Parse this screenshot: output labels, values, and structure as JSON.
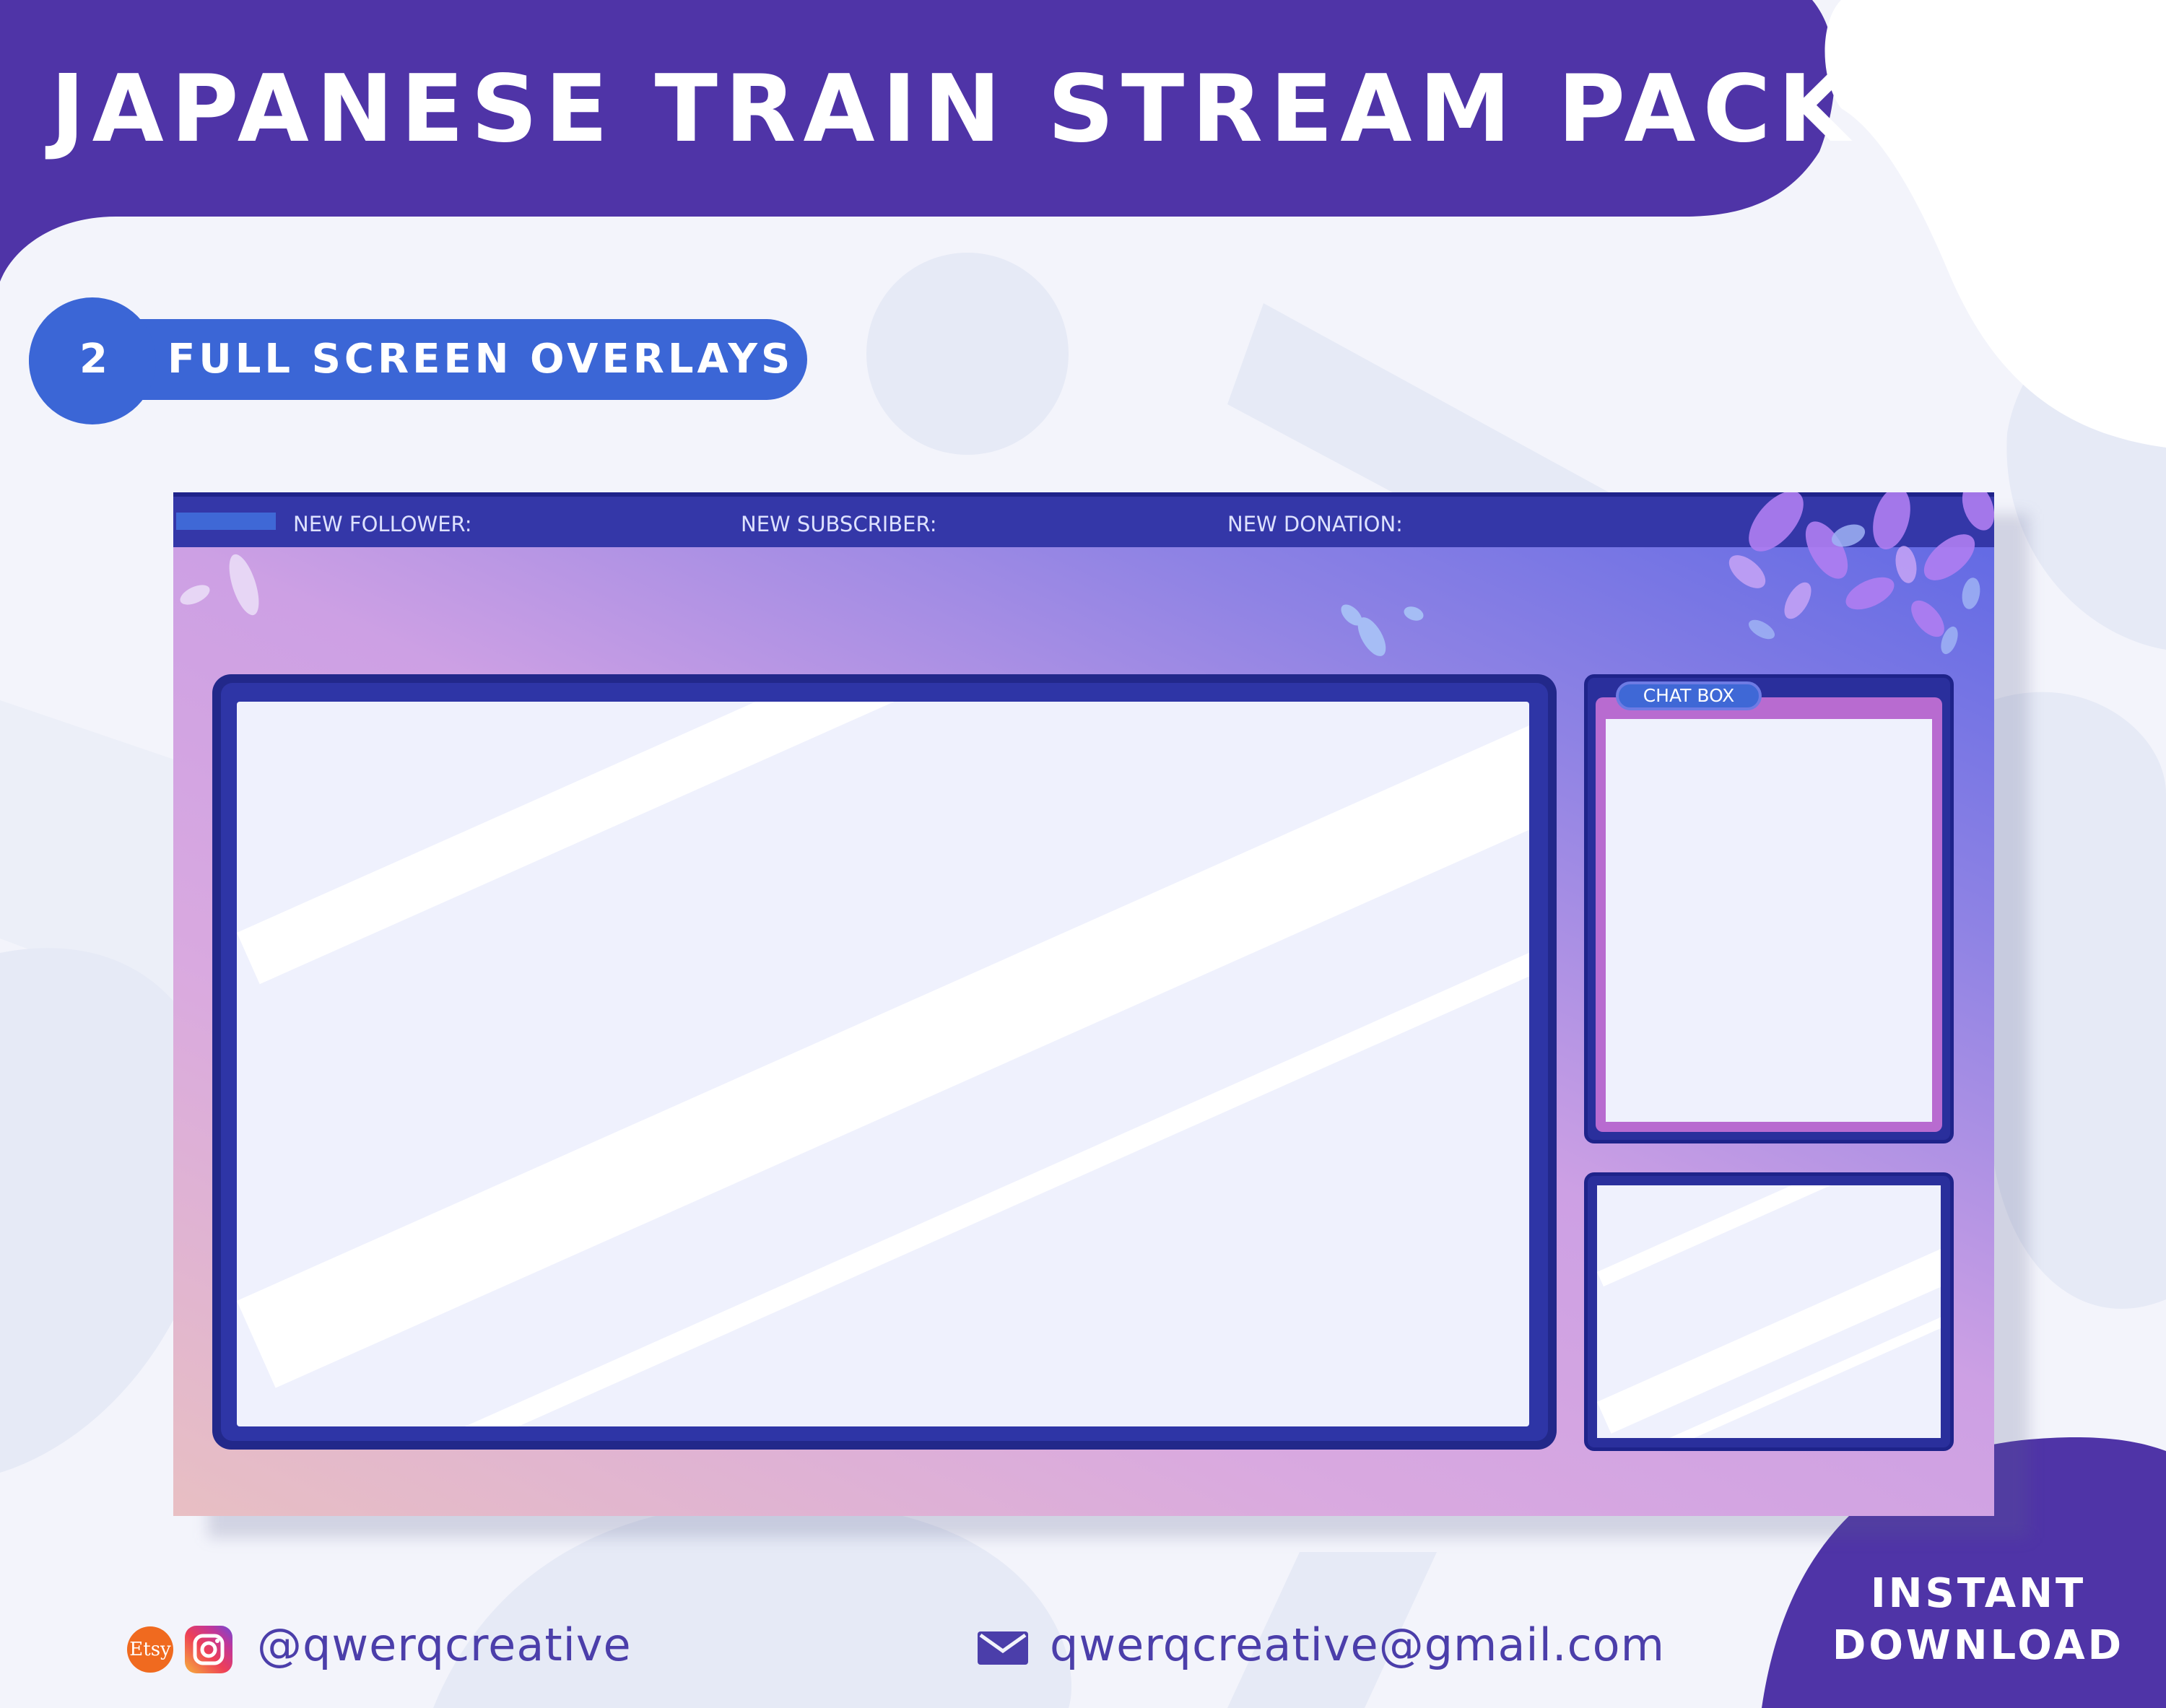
{
  "header": {
    "title": "JAPANESE TRAIN STREAM PACK"
  },
  "badge": {
    "number": "2",
    "label": "FULL SCREEN OVERLAYS"
  },
  "overlay": {
    "alerts": {
      "follower": "NEW FOLLOWER:",
      "subscriber": "NEW SUBSCRIBER:",
      "donation": "NEW DONATION:"
    },
    "chat_box_label": "CHAT BOX"
  },
  "footer": {
    "etsy_label": "Etsy",
    "handle": "@qwerqcreative",
    "email": "qwerqcreative@gmail.com",
    "download_line1": "INSTANT",
    "download_line2": "DOWNLOAD"
  },
  "icons": [
    "etsy-icon",
    "instagram-icon",
    "mail-icon",
    "leaf-icon"
  ],
  "colors": {
    "header_purple": "#4f34a7",
    "badge_blue": "#3b66d6",
    "frame_navy": "#22288a",
    "background": "#f3f4fb",
    "text_purple": "#4b3eaa"
  }
}
